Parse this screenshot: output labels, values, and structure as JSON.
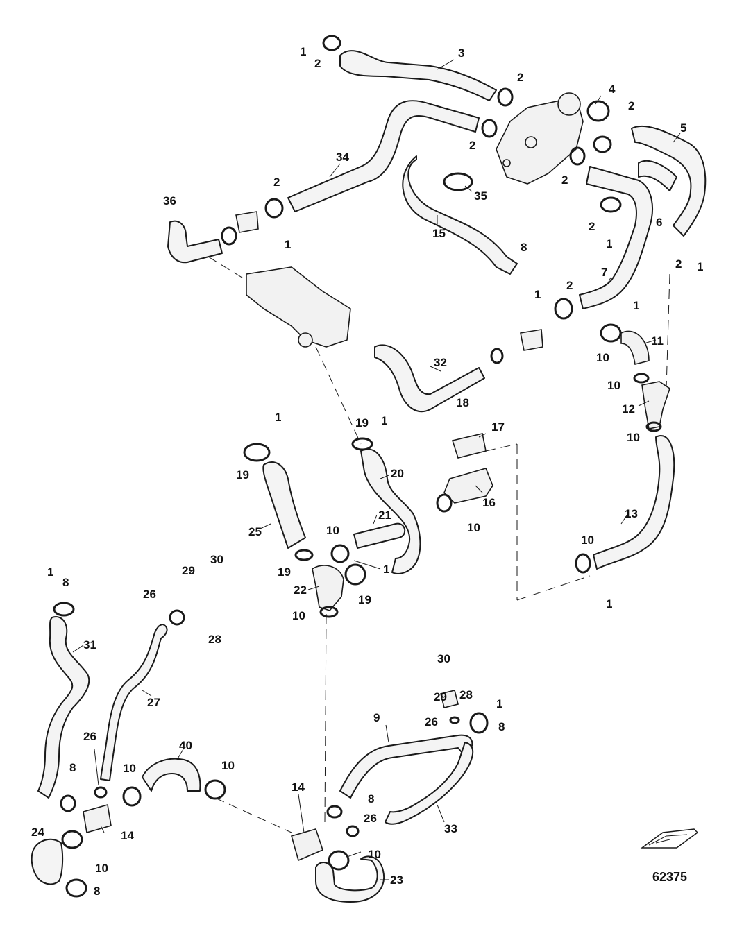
{
  "figure_id": "62375",
  "callouts": {
    "c1": "1",
    "c2": "2",
    "c3": "3",
    "c4": "4",
    "c5": "5",
    "c6": "6",
    "c7": "7",
    "c8": "8",
    "c9": "9",
    "c10": "10",
    "c11": "11",
    "c12": "12",
    "c13": "13",
    "c14": "14",
    "c15": "15",
    "c16": "16",
    "c17": "17",
    "c18": "18",
    "c19": "19",
    "c20": "20",
    "c21": "21",
    "c22": "22",
    "c23": "23",
    "c24": "24",
    "c25": "25",
    "c26": "26",
    "c27": "27",
    "c28": "28",
    "c29": "29",
    "c30": "30",
    "c31": "31",
    "c32": "32",
    "c33": "33",
    "c34": "34",
    "c35": "35",
    "c36": "36",
    "c40": "40"
  },
  "icons": {
    "boat": "boat-icon"
  }
}
